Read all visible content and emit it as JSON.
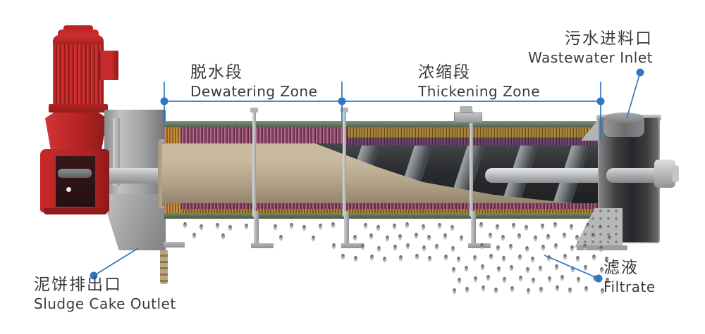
{
  "diagram": {
    "type": "screw-press-dewatering-machine-cutaway",
    "labels": {
      "dewatering_zone": {
        "zh": "脱水段",
        "en": "Dewatering Zone"
      },
      "thickening_zone": {
        "zh": "浓缩段",
        "en": "Thickening Zone"
      },
      "wastewater_inlet": {
        "zh": "污水进料口",
        "en": "Wastewater Inlet"
      },
      "sludge_cake_outlet": {
        "zh": "泥饼排出口",
        "en": "Sludge Cake Outlet"
      },
      "filtrate": {
        "zh": "滤液",
        "en": "Filtrate"
      }
    },
    "colors": {
      "accent_blue": "#2e77c2",
      "text": "#3a3a3a",
      "motor_red": "#c22a2a",
      "frame_gray": "#a9abad",
      "sludge_tan": "#b7a78f",
      "filter_ring_magenta": "#9a4f6e",
      "screen_green": "#5c6e54",
      "ring_gold": "#a87830"
    }
  }
}
